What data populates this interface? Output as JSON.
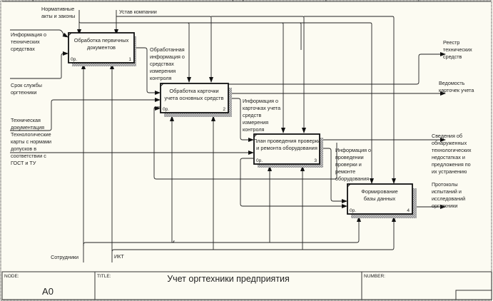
{
  "diagram": {
    "type": "IDEF0",
    "activities": [
      {
        "id": "1",
        "title_line1": "Обработка первичных",
        "title_line2": "документов",
        "cost": "0р.",
        "number": "1"
      },
      {
        "id": "2",
        "title_line1": "Обработка карточки",
        "title_line2": "учета основных средств",
        "cost": "0р.",
        "number": "2"
      },
      {
        "id": "3",
        "title_line1": "План проведения проверки",
        "title_line2": "и ремонта оборудования",
        "cost": "0р.",
        "number": "3"
      },
      {
        "id": "4",
        "title_line1": "Формирование",
        "title_line2": "базы данных",
        "cost": "0р.",
        "number": "4"
      }
    ],
    "arrows": {
      "norm_acts": [
        "Нормативные",
        "акты и законы"
      ],
      "company_charter": [
        "Устав компании"
      ],
      "tech_info": [
        "Информация о",
        "технических",
        "средствах"
      ],
      "service_life": [
        "Срок службы",
        "оргтехники"
      ],
      "tech_docs": [
        "Техническая",
        "документация",
        "Технологические",
        "карты с нормами",
        "допусков в",
        "соответствии с",
        "ГОСТ и ТУ"
      ],
      "processed_info": [
        "Обработанная",
        "информация о",
        "средствах",
        "измерения",
        "контроля"
      ],
      "card_info": [
        "Информация о",
        "карточках учета",
        "средств",
        "измерения",
        "контроля"
      ],
      "inspection_info": [
        "Информация о",
        "проведении",
        "проверки и",
        "ремонте",
        "оборудования"
      ],
      "registry": [
        "Реестр",
        "технических",
        "средств"
      ],
      "card_statement": [
        "Ведомость",
        "карточек учета"
      ],
      "defects_info": [
        "Сведения об",
        "обнаруженных",
        "технологических",
        "недостатках и",
        "предложения по",
        "их устранению"
      ],
      "protocols": [
        "Протоколы",
        "испытаний и",
        "исследований",
        "оргтехники"
      ],
      "staff": [
        "Сотрудники"
      ],
      "ict": [
        "ИКТ"
      ]
    }
  },
  "title_block": {
    "node_label": "NODE:",
    "node_value": "A0",
    "title_label": "TITLE:",
    "title_value": "Учет оргтехники предприятия",
    "number_label": "NUMBER:"
  }
}
